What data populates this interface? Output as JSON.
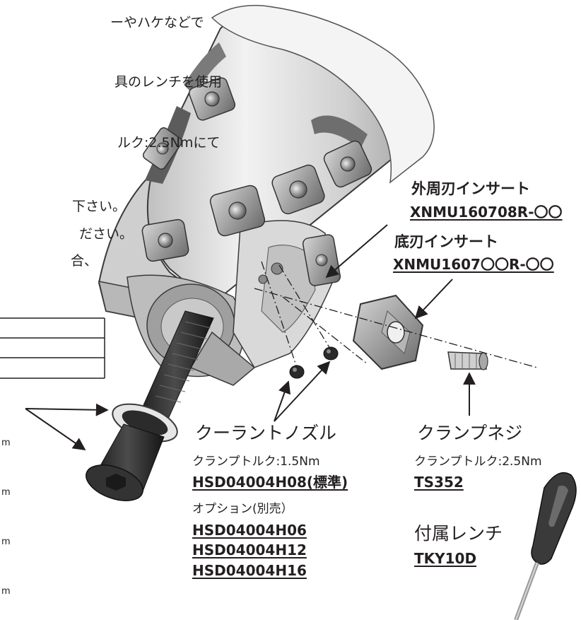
{
  "left_text": {
    "frag1": "ーやハケなどで",
    "frag2": "具のレンチを使用",
    "frag3": "ルク:2.5Nmにて",
    "frag4": "下さい。",
    "frag5": "ださい。",
    "frag6": "合、",
    "tick_char": "m"
  },
  "callouts": {
    "peripheral_insert": {
      "title": "外周刃インサート",
      "part_no": "XNMU160708R-〇〇"
    },
    "bottom_insert": {
      "title": "底刃インサート",
      "part_no": "XNMU1607〇〇R-〇〇"
    },
    "coolant_nozzle": {
      "title": "クーラントノズル",
      "torque": "クランプトルク:1.5Nm",
      "part_no": "HSD04004H08(標準)",
      "option_label": "オプション(別売）",
      "options": [
        "HSD04004H06",
        "HSD04004H12",
        "HSD04004H16"
      ]
    },
    "clamp_screw": {
      "title": "クランプネジ",
      "torque": "クランプトルク:2.5Nm",
      "part_no": "TS352"
    },
    "wrench": {
      "title": "付属レンチ",
      "part_no": "TKY10D"
    }
  },
  "colors": {
    "text": "#231f20",
    "body_light": "#d9d9d9",
    "body_mid": "#a8a8a8",
    "body_dark": "#4a4a4a",
    "bolt": "#2b2b2b",
    "wrench_handle": "#3a3a3a"
  }
}
